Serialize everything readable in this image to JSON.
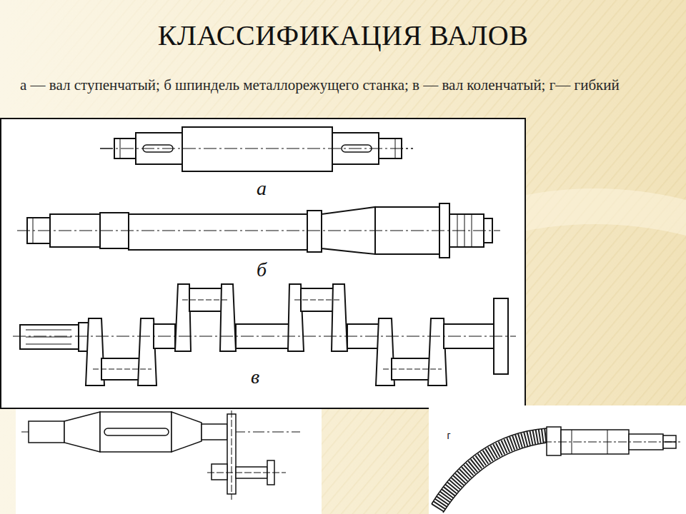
{
  "diagram": {
    "title": "КЛАССИФИКАЦИЯ ВАЛОВ",
    "caption": "а — вал ступенчатый; б шпиндель металлорежущего станка; в — вал коленчатый; г— гибкий",
    "labels": [
      "а",
      "б",
      "в",
      "г"
    ]
  }
}
